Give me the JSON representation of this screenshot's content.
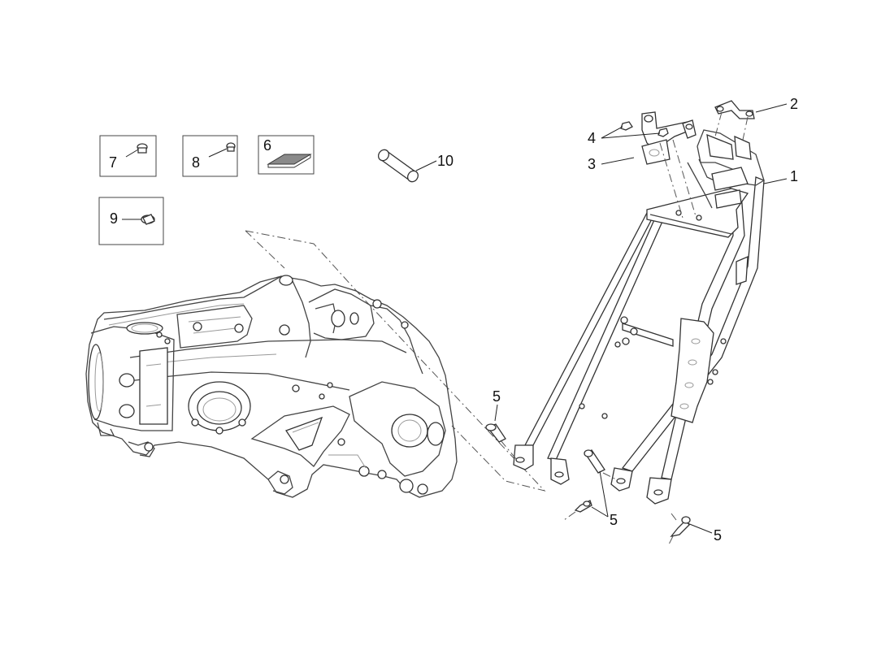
{
  "diagram": {
    "callouts": {
      "c1": "1",
      "c2": "2",
      "c3": "3",
      "c4": "4",
      "c5a": "5",
      "c5b": "5",
      "c5c": "5",
      "c6": "6",
      "c7": "7",
      "c8": "8",
      "c9": "9",
      "c10": "10"
    }
  },
  "colors": {
    "line": "#444444",
    "gasket_fill": "#8a8a8a",
    "background": "#ffffff"
  }
}
